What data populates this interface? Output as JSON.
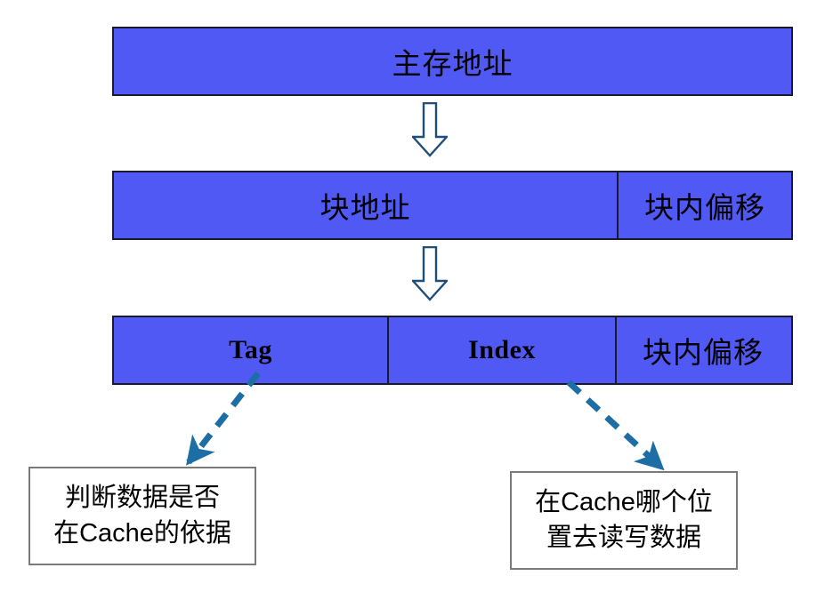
{
  "diagram": {
    "title_row": {
      "segments": [
        {
          "label": "主存地址",
          "name": "main-memory-address"
        }
      ]
    },
    "block_row": {
      "segments": [
        {
          "label": "块地址",
          "name": "block-address"
        },
        {
          "label": "块内偏移",
          "name": "block-offset"
        }
      ]
    },
    "tag_row": {
      "segments": [
        {
          "label": "Tag",
          "name": "tag"
        },
        {
          "label": "Index",
          "name": "index"
        },
        {
          "label": "块内偏移",
          "name": "block-offset"
        }
      ]
    },
    "notes": {
      "tag_note": {
        "line1": "判断数据是否",
        "line2": "在Cache的依据"
      },
      "index_note": {
        "line1": "在Cache哪个位",
        "line2": "置去读写数据"
      }
    },
    "colors": {
      "bar_fill": "#5159F5",
      "bar_border": "#1a1a2e",
      "block_arrow_stroke": "#1F4E79",
      "block_arrow_fill": "#FFFFFF",
      "dashed_arrow": "#1C6EA4",
      "note_border": "#7A7A7A",
      "background": "#FFFFFF"
    }
  }
}
